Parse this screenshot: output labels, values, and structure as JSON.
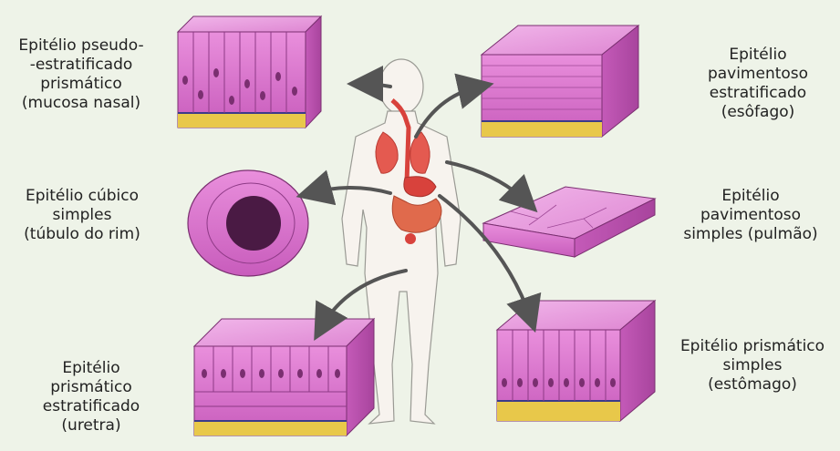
{
  "labels": {
    "pseudo": [
      "Epitélio pseudo-",
      "-estratificado",
      "prismático",
      "(mucosa nasal)"
    ],
    "pav_est": [
      "Epitélio",
      "pavimentoso",
      "estratificado",
      "(esôfago)"
    ],
    "cubico": [
      "Epitélio cúbico",
      "simples",
      "(túbulo do rim)"
    ],
    "pav_simp": [
      "Epitélio",
      "pavimentoso",
      "simples (pulmão)"
    ],
    "prism_est": [
      "Epitélio",
      "prismático",
      "estratificado",
      "(uretra)"
    ],
    "prism_simp": [
      "Epitélio prismático",
      "simples",
      "(estômago)"
    ]
  },
  "colors": {
    "background": "#eef3e8",
    "tissue": "#e07ad0",
    "tissue_dark": "#b04aa4",
    "basal": "#e8c84a",
    "arrow": "#555555",
    "organ": "#e0504a"
  }
}
